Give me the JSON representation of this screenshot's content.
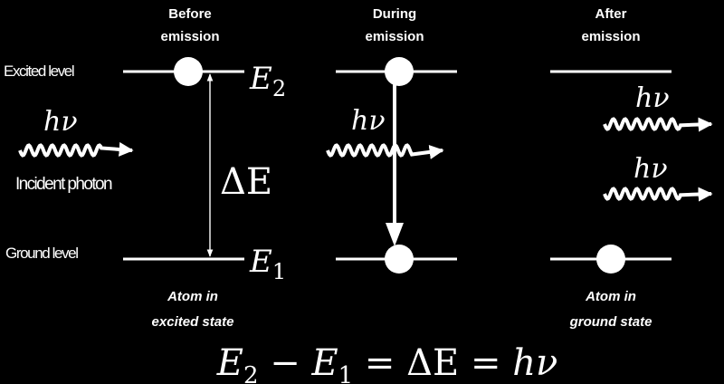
{
  "colors": {
    "background": "#000000",
    "foreground": "#ffffff"
  },
  "columns": {
    "before": {
      "line1": "Before",
      "line2": "emission"
    },
    "during": {
      "line1": "During",
      "line2": "emission"
    },
    "after": {
      "line1": "After",
      "line2": "emission"
    }
  },
  "levels": {
    "excited_label": "Excited level",
    "ground_label": "Ground level",
    "upper_symbol": "E",
    "upper_subscript": "2",
    "lower_symbol": "E",
    "lower_subscript": "1",
    "gap_symbol": "ΔE"
  },
  "photons": {
    "incident_symbol": "hν",
    "incident_label": "Incident photon",
    "during_symbol": "hν",
    "after_symbol_1": "hν",
    "after_symbol_2": "hν"
  },
  "states": {
    "excited_line1": "Atom in",
    "excited_line2": "excited state",
    "ground_line1": "Atom in",
    "ground_line2": "ground state"
  },
  "equation": {
    "e2": "E",
    "e2_sub": "2",
    "minus": " − ",
    "e1": "E",
    "e1_sub": "1",
    "eq1": " = ",
    "delta": "ΔE",
    "eq2": " = ",
    "hnu": "hν"
  },
  "icons": {
    "electron": "electron-dot-icon",
    "photon": "wavy-photon-arrow-icon",
    "transition": "downward-transition-arrow-icon"
  }
}
